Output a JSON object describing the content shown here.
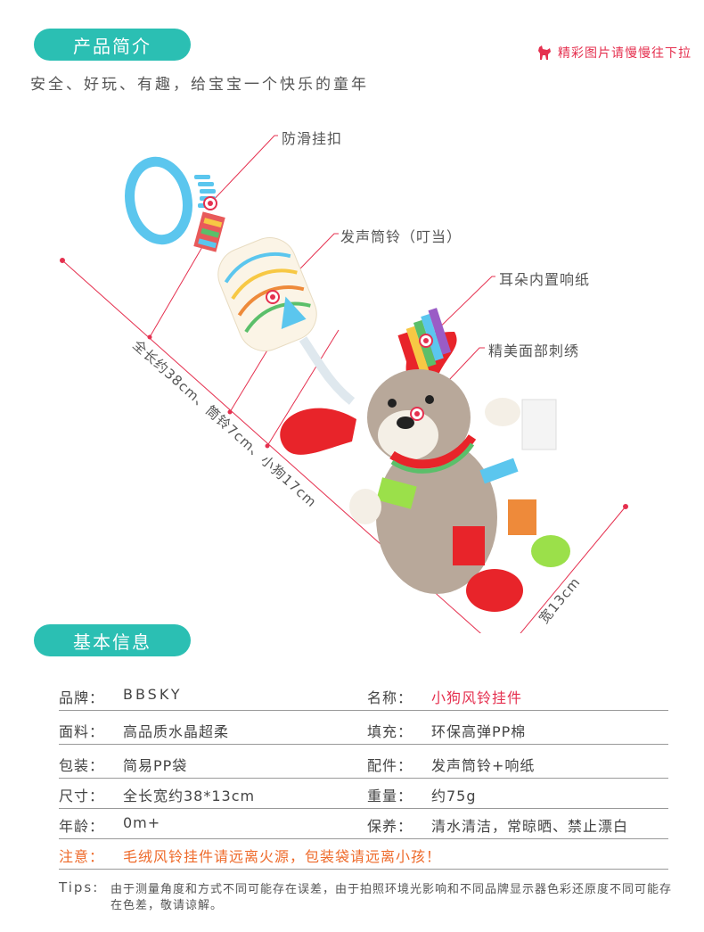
{
  "header": {
    "section1_title": "产品简介",
    "subtitle": "安全、好玩、有趣，给宝宝一个快乐的童年",
    "scroll_hint": "精彩图片请慢慢往下拉",
    "hint_icon": "dog-silhouette-icon"
  },
  "callouts": {
    "anti_slip_hook": "防滑挂扣",
    "bell": "发声筒铃（叮当）",
    "ear_paper": "耳朵内置响纸",
    "embroidery": "精美面部刺绣"
  },
  "dimensions": {
    "total_length": "全长约38cm、筒铃7cm、小狗17cm",
    "width": "宽13cm"
  },
  "section2_title": "基本信息",
  "info_rows": [
    {
      "l1": "品牌：",
      "v1": "BBSKY",
      "l2": "名称：",
      "v2": "小狗风铃挂件"
    },
    {
      "l1": "面料：",
      "v1": "高品质水晶超柔",
      "l2": "填充：",
      "v2": "环保高弹PP棉"
    },
    {
      "l1": "包装：",
      "v1": "简易PP袋",
      "l2": "配件：",
      "v2": "发声筒铃+响纸"
    },
    {
      "l1": "尺寸：",
      "v1": "全长宽约38*13cm",
      "l2": "重量：",
      "v2": "约75g"
    },
    {
      "l1": "年龄：",
      "v1": "0m+",
      "l2": "保养：",
      "v2": "清水清洁，常晾晒、禁止漂白"
    }
  ],
  "notice": {
    "label": "注意：",
    "text": "毛绒风铃挂件请远离火源，包装袋请远离小孩！"
  },
  "tips": {
    "label": "Tips:",
    "text": "由于测量角度和方式不同可能存在误差，由于拍照环境光影响和不同品牌显示器色彩还原度不同可能存在色差，敬请谅解。"
  },
  "colors": {
    "teal": "#2bbfb3",
    "accent_red": "#e5304f",
    "notice_orange": "#ee6a2a"
  }
}
